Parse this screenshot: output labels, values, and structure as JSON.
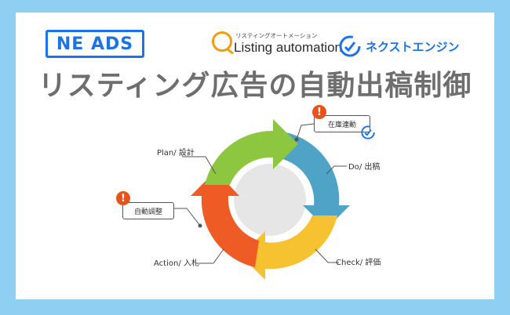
{
  "header": {
    "badge": "NE ADS",
    "listing_sub": "リスティングオートメーション",
    "listing_main": "Listing automation",
    "nextengine": "ネクストエンジン"
  },
  "headline": "リスティング広告の自動出稿制御",
  "cycle": {
    "plan": "Plan/ 設計",
    "do": "Do/ 出稿",
    "check": "Check/ 評価",
    "action": "Action/ 入札"
  },
  "callouts": {
    "stock": "在庫連動",
    "auto": "自動調整",
    "alert_mark": "!"
  },
  "colors": {
    "background": "#8ecff2",
    "brand_blue": "#1a73e8",
    "plan": "#8dc63f",
    "do": "#4fa3c7",
    "check": "#f7c231",
    "action": "#ef5b25",
    "headline": "#6e6e6e"
  }
}
